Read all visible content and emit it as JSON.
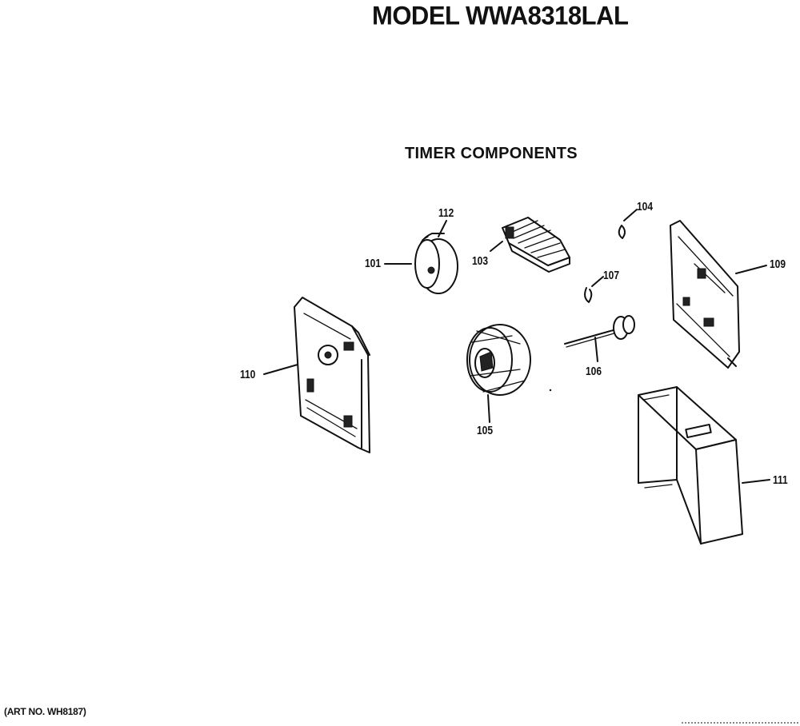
{
  "header": {
    "model": "MODEL WWA8318LAL"
  },
  "section": {
    "title": "TIMER COMPONENTS"
  },
  "parts": [
    {
      "id": "p101",
      "label": "101"
    },
    {
      "id": "p103",
      "label": "103"
    },
    {
      "id": "p104",
      "label": "104"
    },
    {
      "id": "p105",
      "label": "105"
    },
    {
      "id": "p106",
      "label": "106"
    },
    {
      "id": "p107",
      "label": "107"
    },
    {
      "id": "p109",
      "label": "109"
    },
    {
      "id": "p110",
      "label": "110"
    },
    {
      "id": "p111",
      "label": "111"
    },
    {
      "id": "p112",
      "label": "112"
    }
  ],
  "footer": {
    "art_no": "(ART NO. WH8187)"
  }
}
